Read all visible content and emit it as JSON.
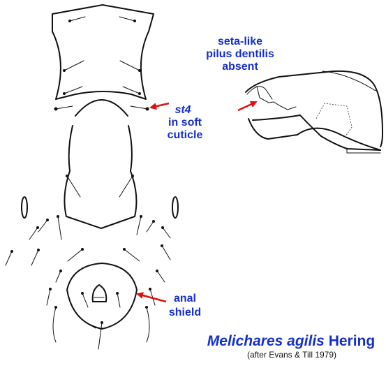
{
  "labels": {
    "seta_line1": "seta-like",
    "seta_line2": "pilus dentilis",
    "seta_line3": "absent",
    "st4": "st4",
    "st4_line2": "in soft",
    "st4_line3": "cuticle",
    "anal_line1": "anal",
    "anal_line2": "shield"
  },
  "caption": {
    "genus_species": "Melichares agilis",
    "author": "Hering",
    "source": "(after Evans & Till 1979)"
  },
  "colors": {
    "label_blue": "#1530c8",
    "arrow_red": "#e01010",
    "line": "#111111"
  }
}
